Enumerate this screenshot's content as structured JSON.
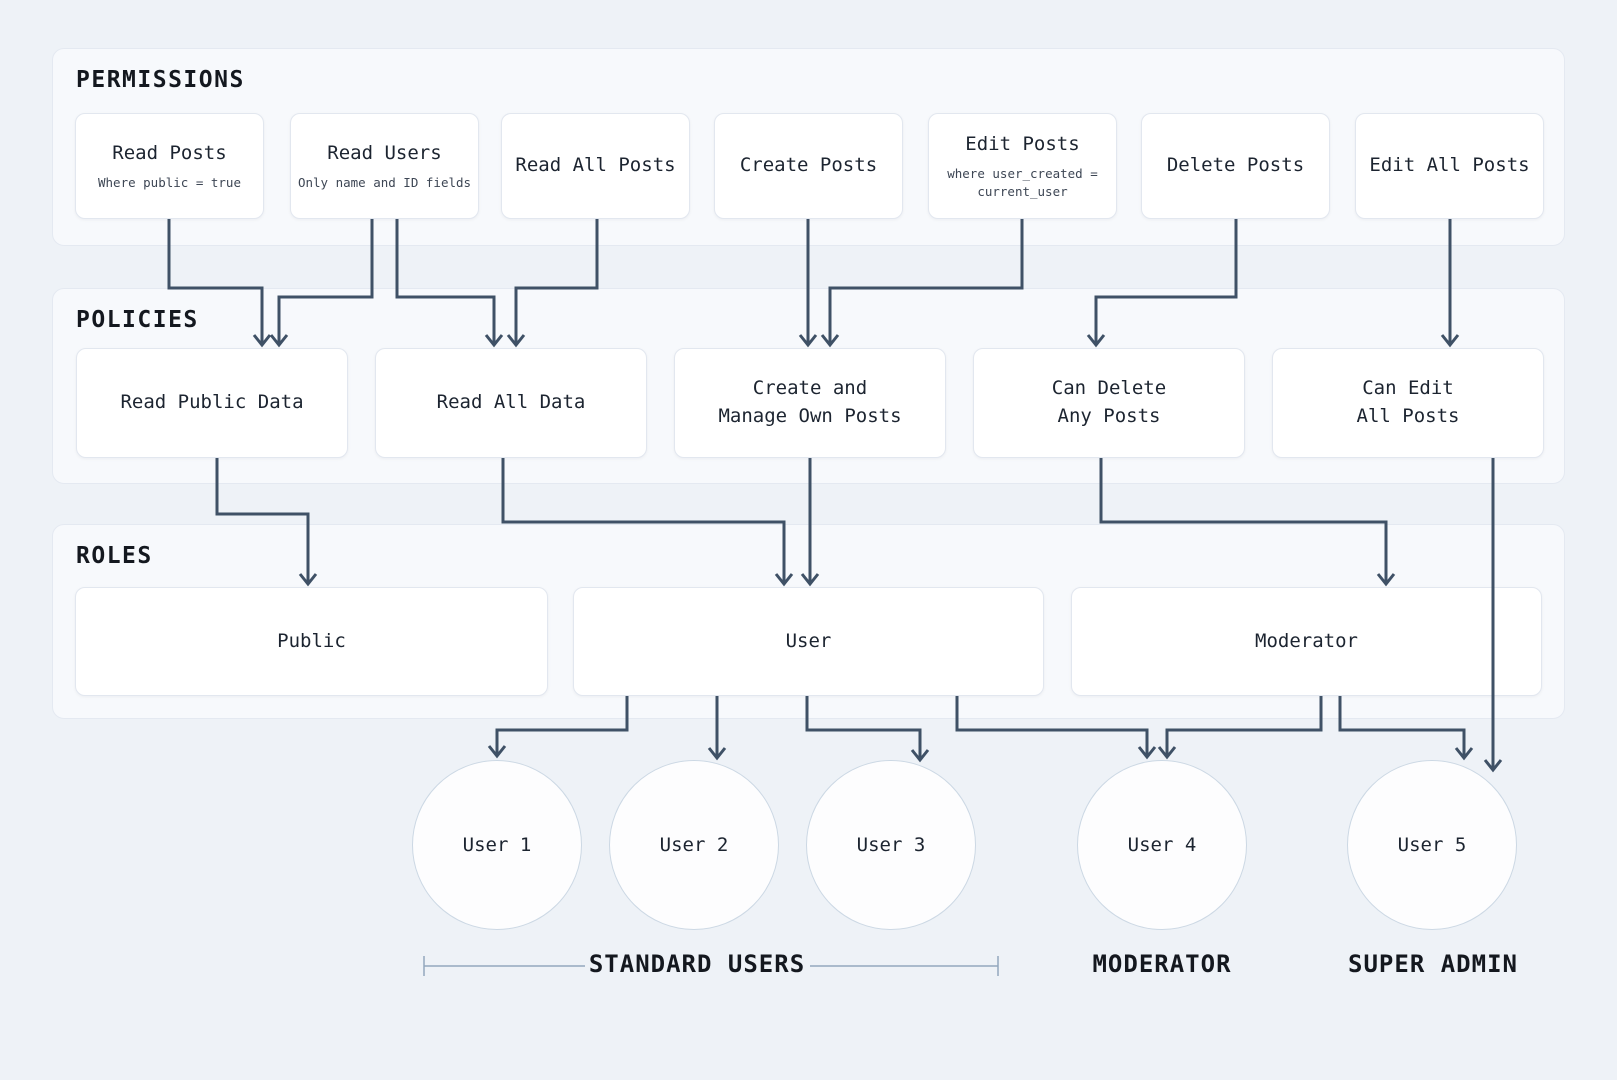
{
  "colors": {
    "background": "#eef2f7",
    "section_background": "#f7f9fc",
    "section_border": "#e4e9f1",
    "node_background": "#ffffff",
    "node_border": "#e2e7ef",
    "circle_border": "#ccd8e4",
    "arrow": "#3f5166",
    "bracket": "#93a8bd",
    "text": "#1c2430"
  },
  "sections": {
    "permissions": {
      "title": "PERMISSIONS",
      "items": [
        {
          "title": "Read Posts",
          "subtitle": "Where public = true"
        },
        {
          "title": "Read Users",
          "subtitle": "Only name and ID fields"
        },
        {
          "title": "Read All Posts",
          "subtitle": ""
        },
        {
          "title": "Create Posts",
          "subtitle": ""
        },
        {
          "title": "Edit Posts",
          "subtitle": "where user_created =\ncurrent_user"
        },
        {
          "title": "Delete Posts",
          "subtitle": ""
        },
        {
          "title": "Edit All Posts",
          "subtitle": ""
        }
      ]
    },
    "policies": {
      "title": "POLICIES",
      "items": [
        {
          "title": "Read Public Data"
        },
        {
          "title": "Read All Data"
        },
        {
          "title": "Create and\nManage Own Posts"
        },
        {
          "title": "Can Delete\nAny Posts"
        },
        {
          "title": "Can Edit\nAll Posts"
        }
      ]
    },
    "roles": {
      "title": "ROLES",
      "items": [
        {
          "title": "Public"
        },
        {
          "title": "User"
        },
        {
          "title": "Moderator"
        }
      ]
    }
  },
  "users": [
    {
      "label": "User 1"
    },
    {
      "label": "User 2"
    },
    {
      "label": "User 3"
    },
    {
      "label": "User 4"
    },
    {
      "label": "User 5"
    }
  ],
  "group_labels": [
    {
      "label": "STANDARD USERS"
    },
    {
      "label": "MODERATOR"
    },
    {
      "label": "SUPER ADMIN"
    }
  ]
}
